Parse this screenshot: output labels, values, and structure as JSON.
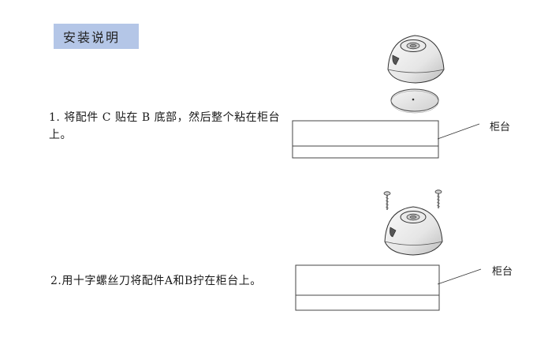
{
  "header": {
    "title": "安装说明"
  },
  "steps": [
    {
      "text": "1. 将配件 C 贴在 B 底部，然后整个粘在柜台上。"
    },
    {
      "text": "2.用十字螺丝刀将配件A和B拧在柜台上。"
    }
  ],
  "labels": {
    "cabinet_1": "柜台",
    "cabinet_2": "柜台"
  }
}
